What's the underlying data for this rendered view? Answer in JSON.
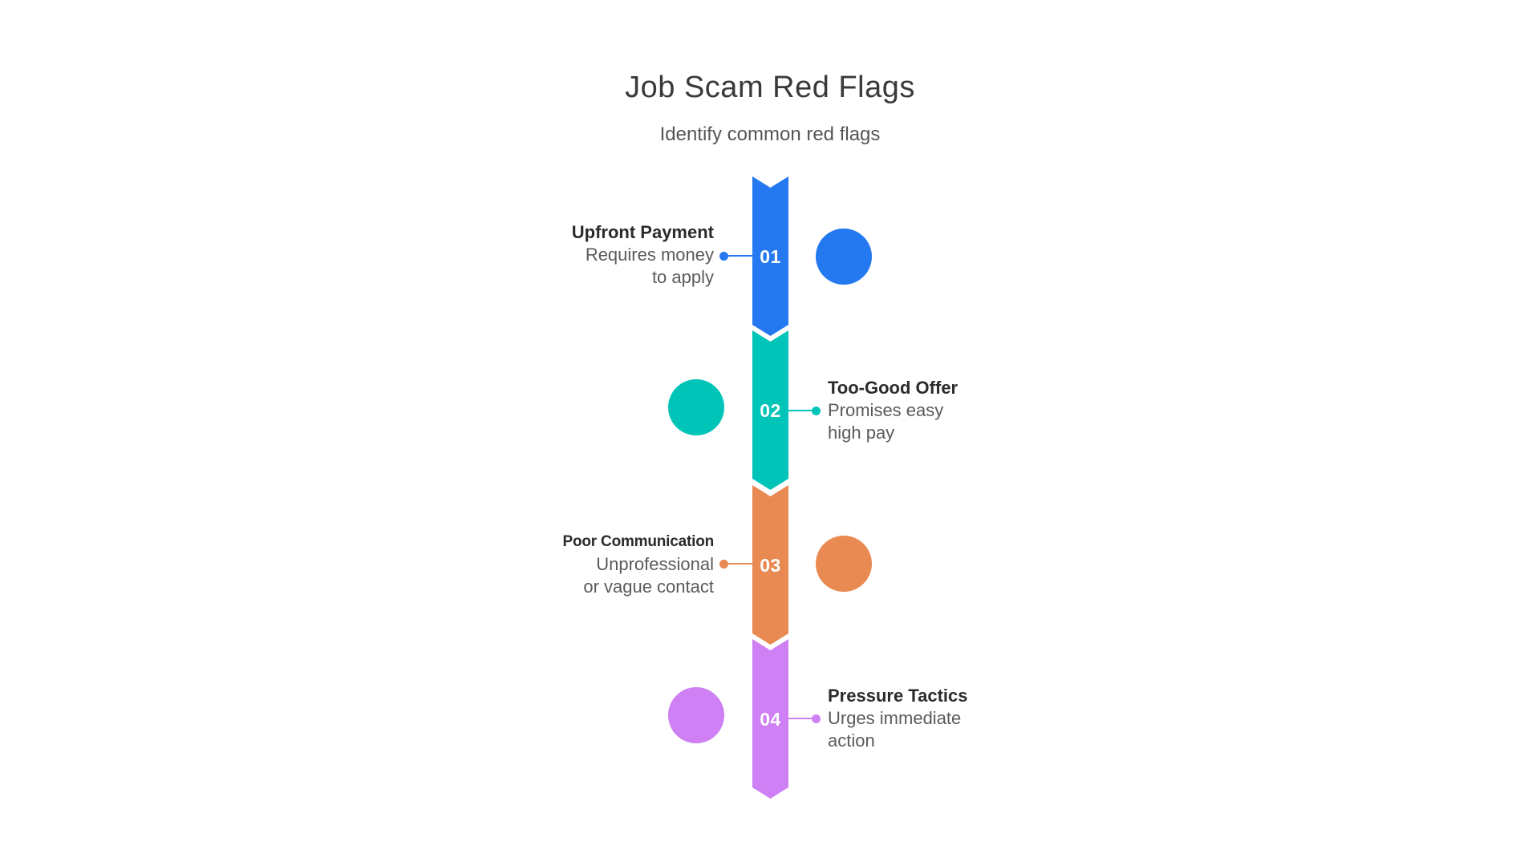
{
  "header": {
    "title": "Job Scam Red Flags",
    "subtitle": "Identify common red flags"
  },
  "text_colors": {
    "title": "#3A3A3A",
    "subtitle": "#555555",
    "step_title": "#2B2B2B",
    "step_desc": "#5A5A5A"
  },
  "steps": [
    {
      "number": "01",
      "title": "Upfront Payment",
      "desc_line1": "Requires money",
      "desc_line2": "to apply",
      "color": "#2478F0",
      "side": "left"
    },
    {
      "number": "02",
      "title": "Too-Good Offer",
      "desc_line1": "Promises easy",
      "desc_line2": "high pay",
      "color": "#00C4B8",
      "side": "right"
    },
    {
      "number": "03",
      "title": "Poor Communication",
      "desc_line1": "Unprofessional",
      "desc_line2": "or vague contact",
      "color": "#E98A52",
      "side": "left"
    },
    {
      "number": "04",
      "title": "Pressure Tactics",
      "desc_line1": "Urges immediate",
      "desc_line2": "action",
      "color": "#CF80F4",
      "side": "right"
    }
  ]
}
